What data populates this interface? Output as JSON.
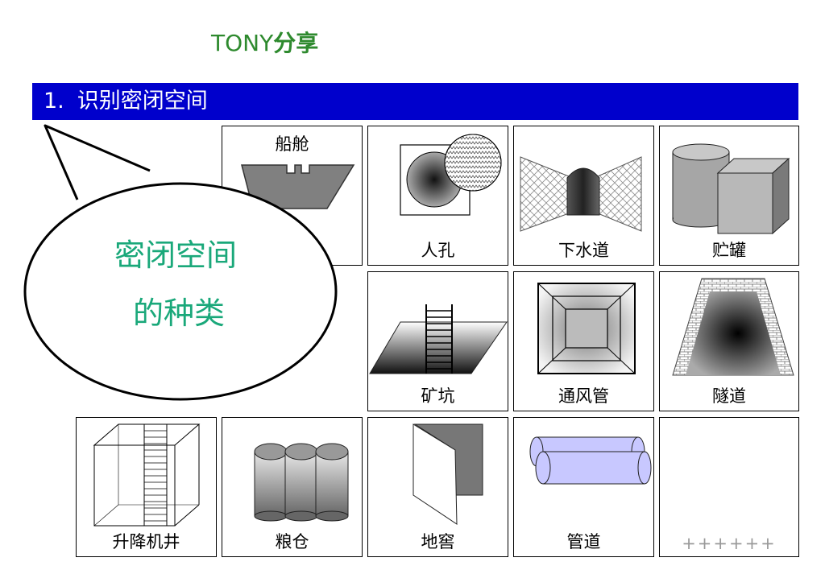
{
  "header": {
    "title_prefix": "TONY",
    "title_suffix": "分享"
  },
  "banner": {
    "number": "1.",
    "title": "识别密闭空间"
  },
  "bubble": {
    "line1": "密闭空间",
    "line2": "的种类"
  },
  "tiles": {
    "ship_cabin": "船舱",
    "manhole": "人孔",
    "sewer": "下水道",
    "storage_tank": "贮罐",
    "mine_pit": "矿坑",
    "ventilation_duct": "通风管",
    "tunnel": "隧道",
    "elevator_shaft": "升降机井",
    "granary": "粮仓",
    "cellar": "地窖",
    "pipeline": "管道",
    "more": "++++++"
  },
  "colors": {
    "banner": "#0000cc",
    "header_text": "#2e8a2e",
    "bubble_text": "#1aa87a"
  }
}
